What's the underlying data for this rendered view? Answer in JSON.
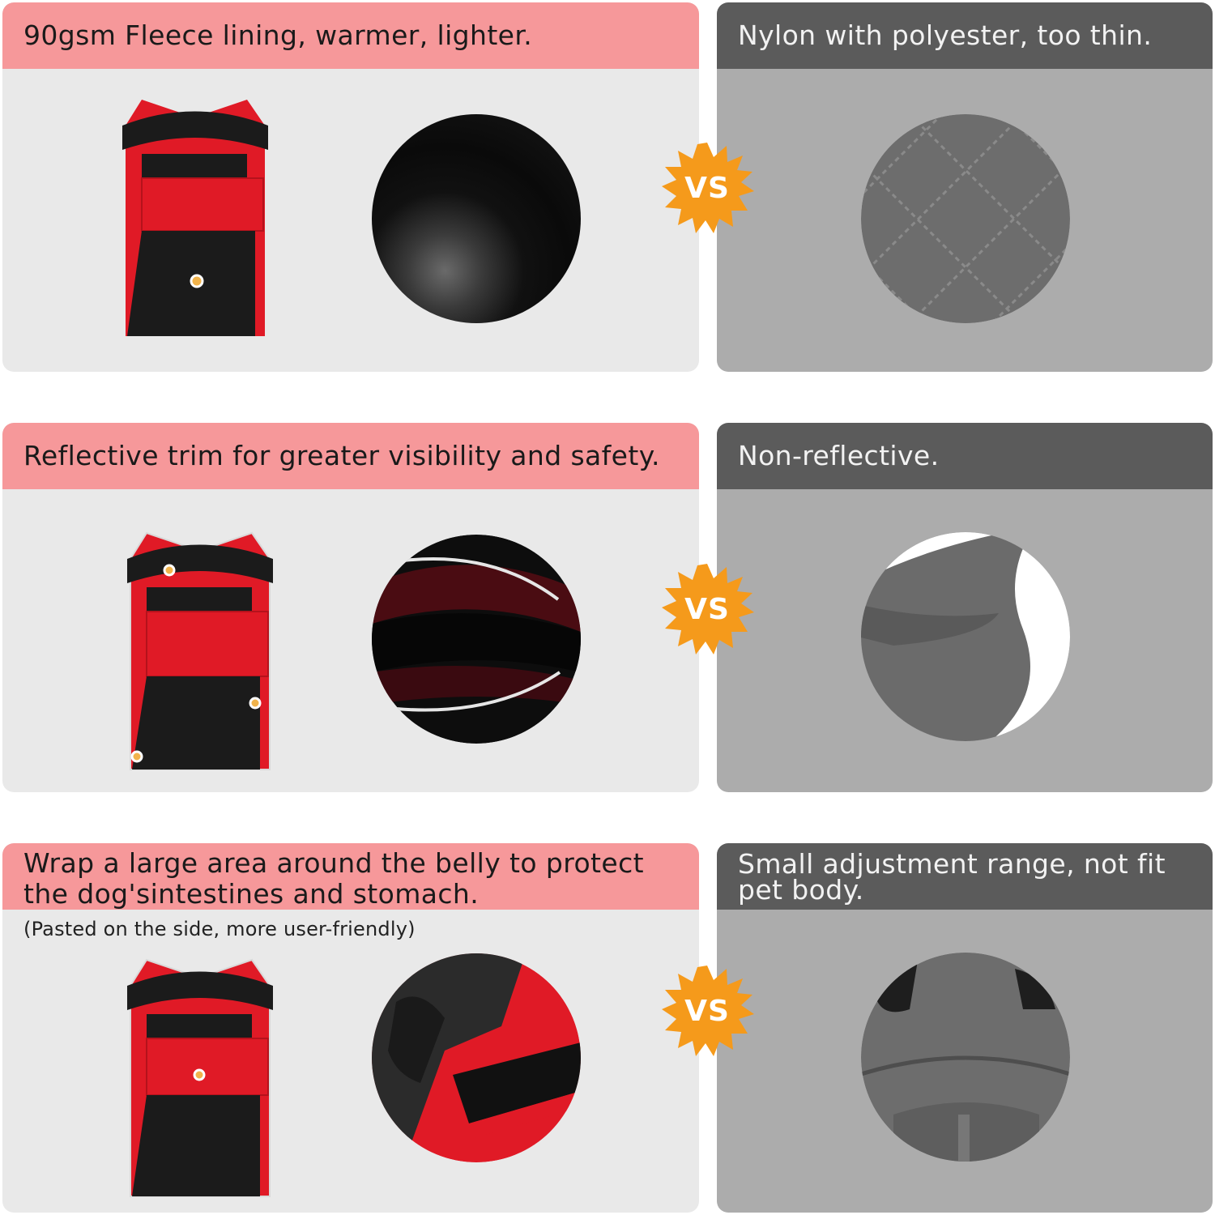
{
  "rows": [
    {
      "left_text": "90gsm Fleece lining, warmer, lighter.",
      "right_text": "Nylon with polyester, too thin.",
      "vs": "VS"
    },
    {
      "left_text": "Reflective trim for greater visibility and safety.",
      "right_text": "Non-reflective.",
      "vs": "VS"
    },
    {
      "left_text": "Wrap a large area around the belly to protect the dog'sintestines and stomach.",
      "left_note": "(Pasted on the side, more user-friendly)",
      "right_text": "Small adjustment range, not fit pet body.",
      "vs": "VS"
    }
  ],
  "colors": {
    "left_header": "#f6989a",
    "right_header": "#5b5b5b",
    "left_panel": "#e9e9e9",
    "right_panel": "#acacac",
    "vs_badge": "#f59a1b",
    "coat_red": "#e01a26",
    "coat_black": "#1b1b1b",
    "grey_fabric": "#6b6b6b"
  },
  "icons": {
    "badge": "vs-starburst-icon",
    "coat": "red-dog-coat-image",
    "fleece": "black-fleece-closeup-image",
    "quilted": "grey-quilted-fabric-image",
    "reflective": "reflective-trim-closeup-image",
    "grey_coat_collar": "grey-coat-collar-image",
    "belly_strap": "belly-strap-closeup-image",
    "grey_coat_body": "grey-coat-body-image"
  }
}
